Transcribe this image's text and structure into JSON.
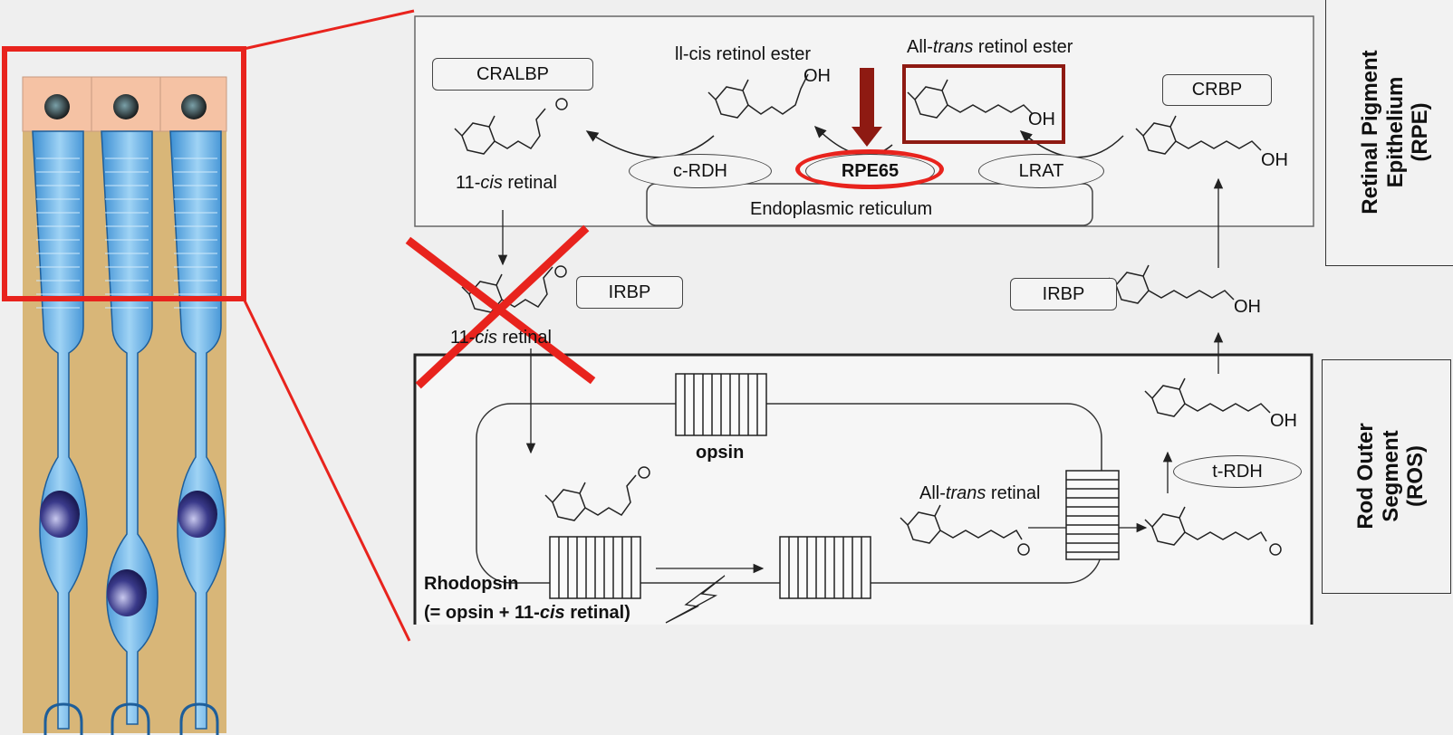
{
  "labels": {
    "cralbp": "CRALBP",
    "cis_retinol_ester": "ll-cis retinol ester",
    "all_trans_retinol_ester_a": "All-",
    "all_trans_retinol_ester_b": "trans",
    "all_trans_retinol_ester_c": " retinol ester",
    "crbp": "CRBP",
    "oh": "OH",
    "o": "O",
    "cis_retinal_a": "11-",
    "cis_retinal_b": "cis",
    "cis_retinal_c": " retinal",
    "crdh": "c-RDH",
    "rpe65": "RPE65",
    "lrat": "LRAT",
    "er": "Endoplasmic reticulum",
    "irbp": "IRBP",
    "opsin": "opsin",
    "all_trans_retinal_a": "All-",
    "all_trans_retinal_b": "trans",
    "all_trans_retinal_c": " retinal",
    "trdh": "t-RDH",
    "rhodopsin": "Rhodopsin",
    "rhodopsin_def_a": "(= opsin + 11-",
    "rhodopsin_def_b": "cis",
    "rhodopsin_def_c": " retinal)",
    "rpe_line1": "Retinal Pigment",
    "rpe_line2": "Epithelium",
    "rpe_line3": "(RPE)",
    "ros_line1": "Rod Outer",
    "ros_line2": "Segment",
    "ros_line3": "(ROS)"
  },
  "colors": {
    "highlight_red": "#e8231d",
    "dark_red": "#8e1a12",
    "cell_blue": "#5aaee6",
    "cell_tan": "#d8b678",
    "cell_peach": "#f5c2a4"
  }
}
